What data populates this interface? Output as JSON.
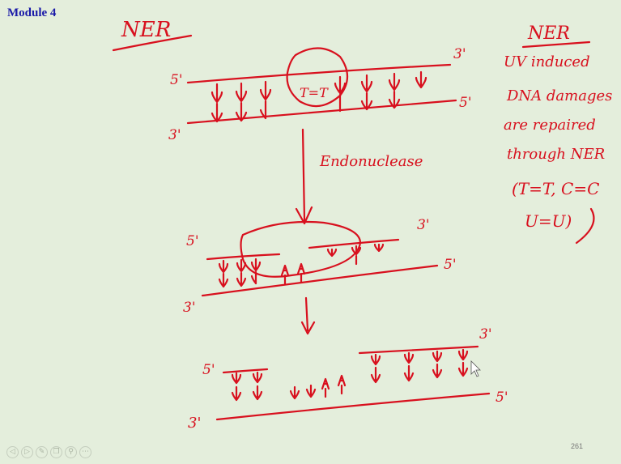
{
  "header": {
    "module_title": "Module 4"
  },
  "slide": {
    "page_number": "261"
  },
  "notes": {
    "heading": "NER",
    "side_heading": "NER",
    "lines": [
      "UV induced",
      "DNA damages",
      "are repaired",
      "through NER",
      "(T=T, C=C",
      "U=U)"
    ]
  },
  "diagram": {
    "step1": {
      "label_5p_left": "5'",
      "label_3p_right": "3'",
      "label_3p_left": "3'",
      "label_5p_right": "5'",
      "dimer": "T=T"
    },
    "arrow1_label": "Endonuclease",
    "step2": {
      "label_5p_left": "5'",
      "label_3p_right": "3'",
      "label_3p_left": "3'",
      "label_5p_right": "5'"
    },
    "step3": {
      "label_5p_left": "5'",
      "label_3p_right": "3'",
      "label_3p_left": "3'",
      "label_5p_right": "5'"
    }
  },
  "toolbar": {
    "buttons": [
      "back-icon",
      "forward-icon",
      "pen-icon",
      "copy-icon",
      "search-icon",
      "more-icon"
    ]
  },
  "colors": {
    "ink": "#d8101e",
    "title": "#1a1aa8",
    "background": "#e4eedc"
  }
}
